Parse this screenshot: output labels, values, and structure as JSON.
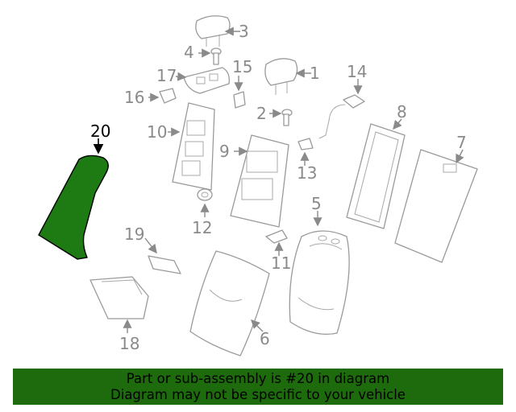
{
  "diagram": {
    "callouts": [
      "1",
      "2",
      "3",
      "4",
      "5",
      "6",
      "7",
      "8",
      "9",
      "10",
      "11",
      "12",
      "13",
      "14",
      "15",
      "16",
      "17",
      "18",
      "19",
      "20"
    ],
    "highlighted_part": "20",
    "colors": {
      "highlight_fill": "#1e7a12",
      "line": "#9a9a9a",
      "banner": "#1e6b0d"
    }
  },
  "banner": {
    "line1": "Part or sub-assembly is #20 in diagram",
    "line2": "Diagram may not be specific to your vehicle"
  }
}
